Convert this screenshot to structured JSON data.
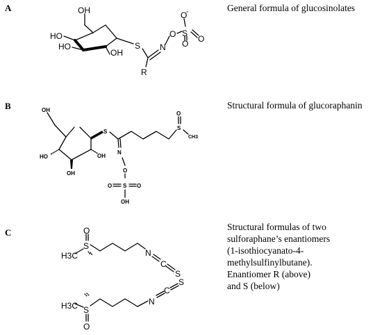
{
  "panels": [
    {
      "letter": "A",
      "caption": [
        "General formula of glucosinolates"
      ]
    },
    {
      "letter": "B",
      "caption": [
        "Structural formula of glucoraphanin"
      ]
    },
    {
      "letter": "C",
      "caption": [
        "Structural formulas of two",
        "sulforaphane’s enantiomers",
        "(1-isothiocyanato-4-",
        "methylsulfinylbutane).",
        "Enantiomer R (above)",
        "and S (below)"
      ]
    }
  ],
  "structures": {
    "a": {
      "oh_top": "OH",
      "ho_left": "HO",
      "ho_lower": "HO",
      "oh_bottom": "OH",
      "s": "S",
      "n": "N",
      "r": "R",
      "o_link": "O",
      "s_sulfo": "S",
      "o_minus": "O",
      "minus": "-",
      "o_right": "O",
      "o_bottom": "O"
    },
    "b": {
      "oh_top": "OH",
      "ho_left": "HO",
      "oh_bottom": "OH",
      "oh_right": "OH",
      "s": "S",
      "n": "N",
      "o_link": "O",
      "s_sulfo": "S",
      "o_left": "O",
      "o_right": "O",
      "oh_sulfo": "OH",
      "o_sulfinyl": "O",
      "s_sulfinyl": "S",
      "ch3": "CH3"
    },
    "c_r": {
      "o": "O",
      "s": "S",
      "h3c": "H3C",
      "n": "N",
      "c": "C",
      "s_end": "S"
    },
    "c_s": {
      "o": "O",
      "s": "S",
      "h3c": "H3C",
      "n": "N",
      "c": "C",
      "s_end": "S"
    }
  }
}
